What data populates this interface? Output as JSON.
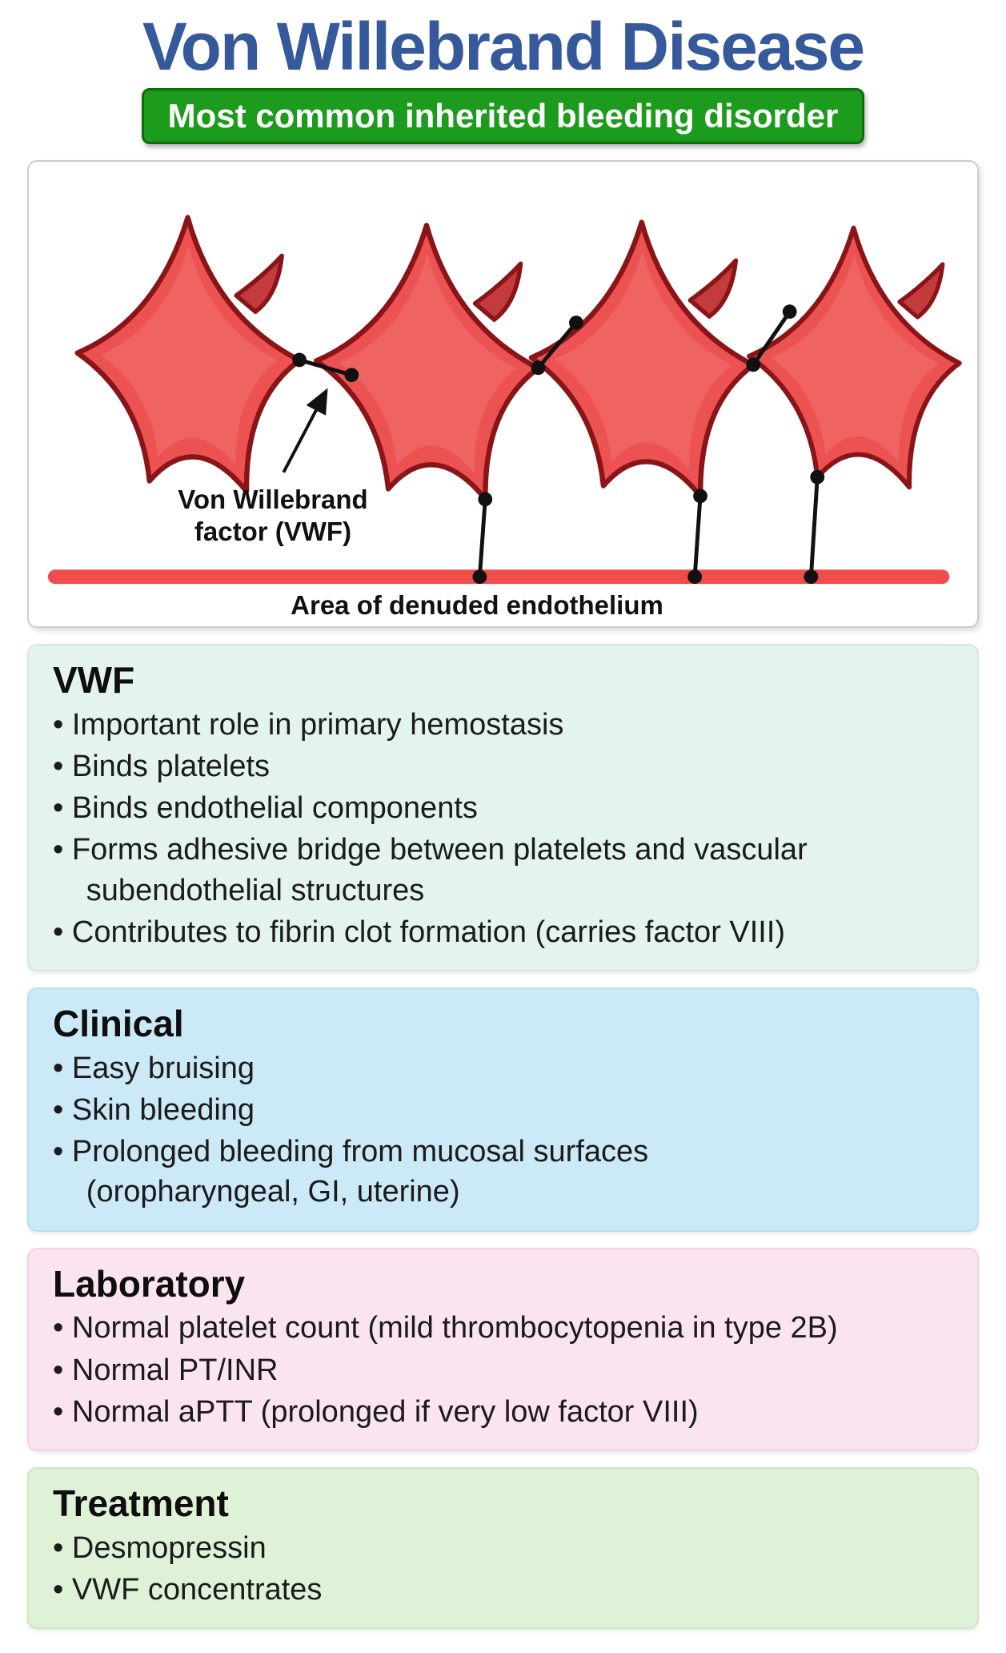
{
  "header": {
    "title": "Von Willebrand Disease",
    "badge": "Most common inherited bleeding disorder"
  },
  "diagram": {
    "vwf_label": "Von Willebrand factor (VWF)",
    "endothelium_label": "Area of denuded endothelium"
  },
  "sections": [
    {
      "title": "VWF",
      "bullets": [
        "Important role in primary hemostasis",
        "Binds platelets",
        "Binds endothelial components",
        "Forms adhesive bridge between platelets and vascular subendothelial structures",
        "Contributes to fibrin clot formation (carries factor VIII)"
      ]
    },
    {
      "title": "Clinical",
      "bullets": [
        "Easy bruising",
        "Skin bleeding",
        "Prolonged bleeding from mucosal surfaces (oropharyngeal, GI, uterine)"
      ]
    },
    {
      "title": "Laboratory",
      "bullets": [
        "Normal platelet count (mild thrombocytopenia in type 2B)",
        "Normal PT/INR",
        "Normal aPTT (prolonged if very low factor VIII)"
      ]
    },
    {
      "title": "Treatment",
      "bullets": [
        "Desmopressin",
        "VWF concentrates"
      ]
    }
  ],
  "colors": {
    "title_blue": "#36599C",
    "badge_green": "#1C9B1C",
    "badge_border_green": "#0B6E0B",
    "platelet_red": "#EC5252",
    "platelet_outline": "#8A1519",
    "endothelium_red": "#F14C4C",
    "connector_black": "#111111",
    "section_vwf_bg": "#E4F3ED",
    "section_clinical_bg": "#CBE9F7",
    "section_laboratory_bg": "#FAE4F0",
    "section_treatment_bg": "#DFF2D8"
  }
}
